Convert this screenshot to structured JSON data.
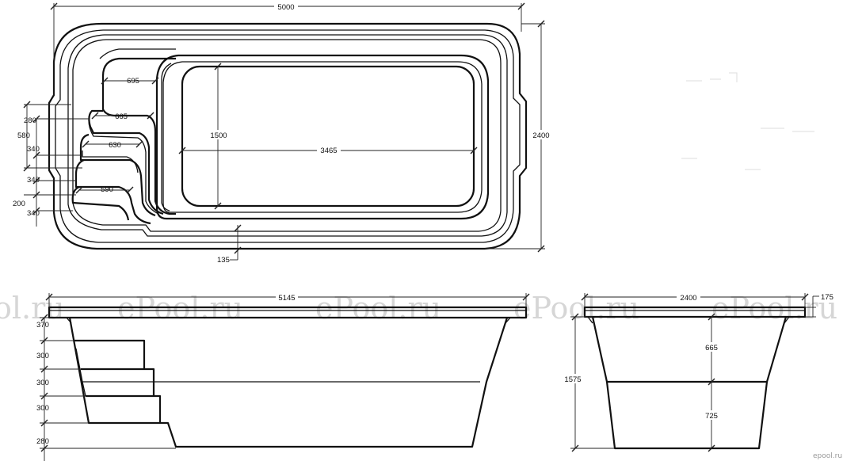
{
  "watermark": "ePool.ru",
  "watermark_cut": "ol.ru",
  "logo_text": "epool.ru",
  "plan_view": {
    "overall_length": "5000",
    "overall_width": "2400",
    "step_depth_1": "695",
    "step_depth_2": "665",
    "step_depth_3": "630",
    "step_depth_4": "590",
    "side_ledge": "280",
    "side_580": "580",
    "side_340_a": "340",
    "side_340_b": "340",
    "side_200": "200",
    "side_340_c": "340",
    "inner_width": "1500",
    "inner_length": "3465",
    "wall_135": "135"
  },
  "long_section": {
    "length": "5145",
    "top_370": "370",
    "step_1": "300",
    "step_2": "300",
    "step_3": "300",
    "bottom_280": "280"
  },
  "cross_section": {
    "width": "2400",
    "rim": "175",
    "total_depth": "1575",
    "upper_depth": "665",
    "lower_depth": "725"
  }
}
